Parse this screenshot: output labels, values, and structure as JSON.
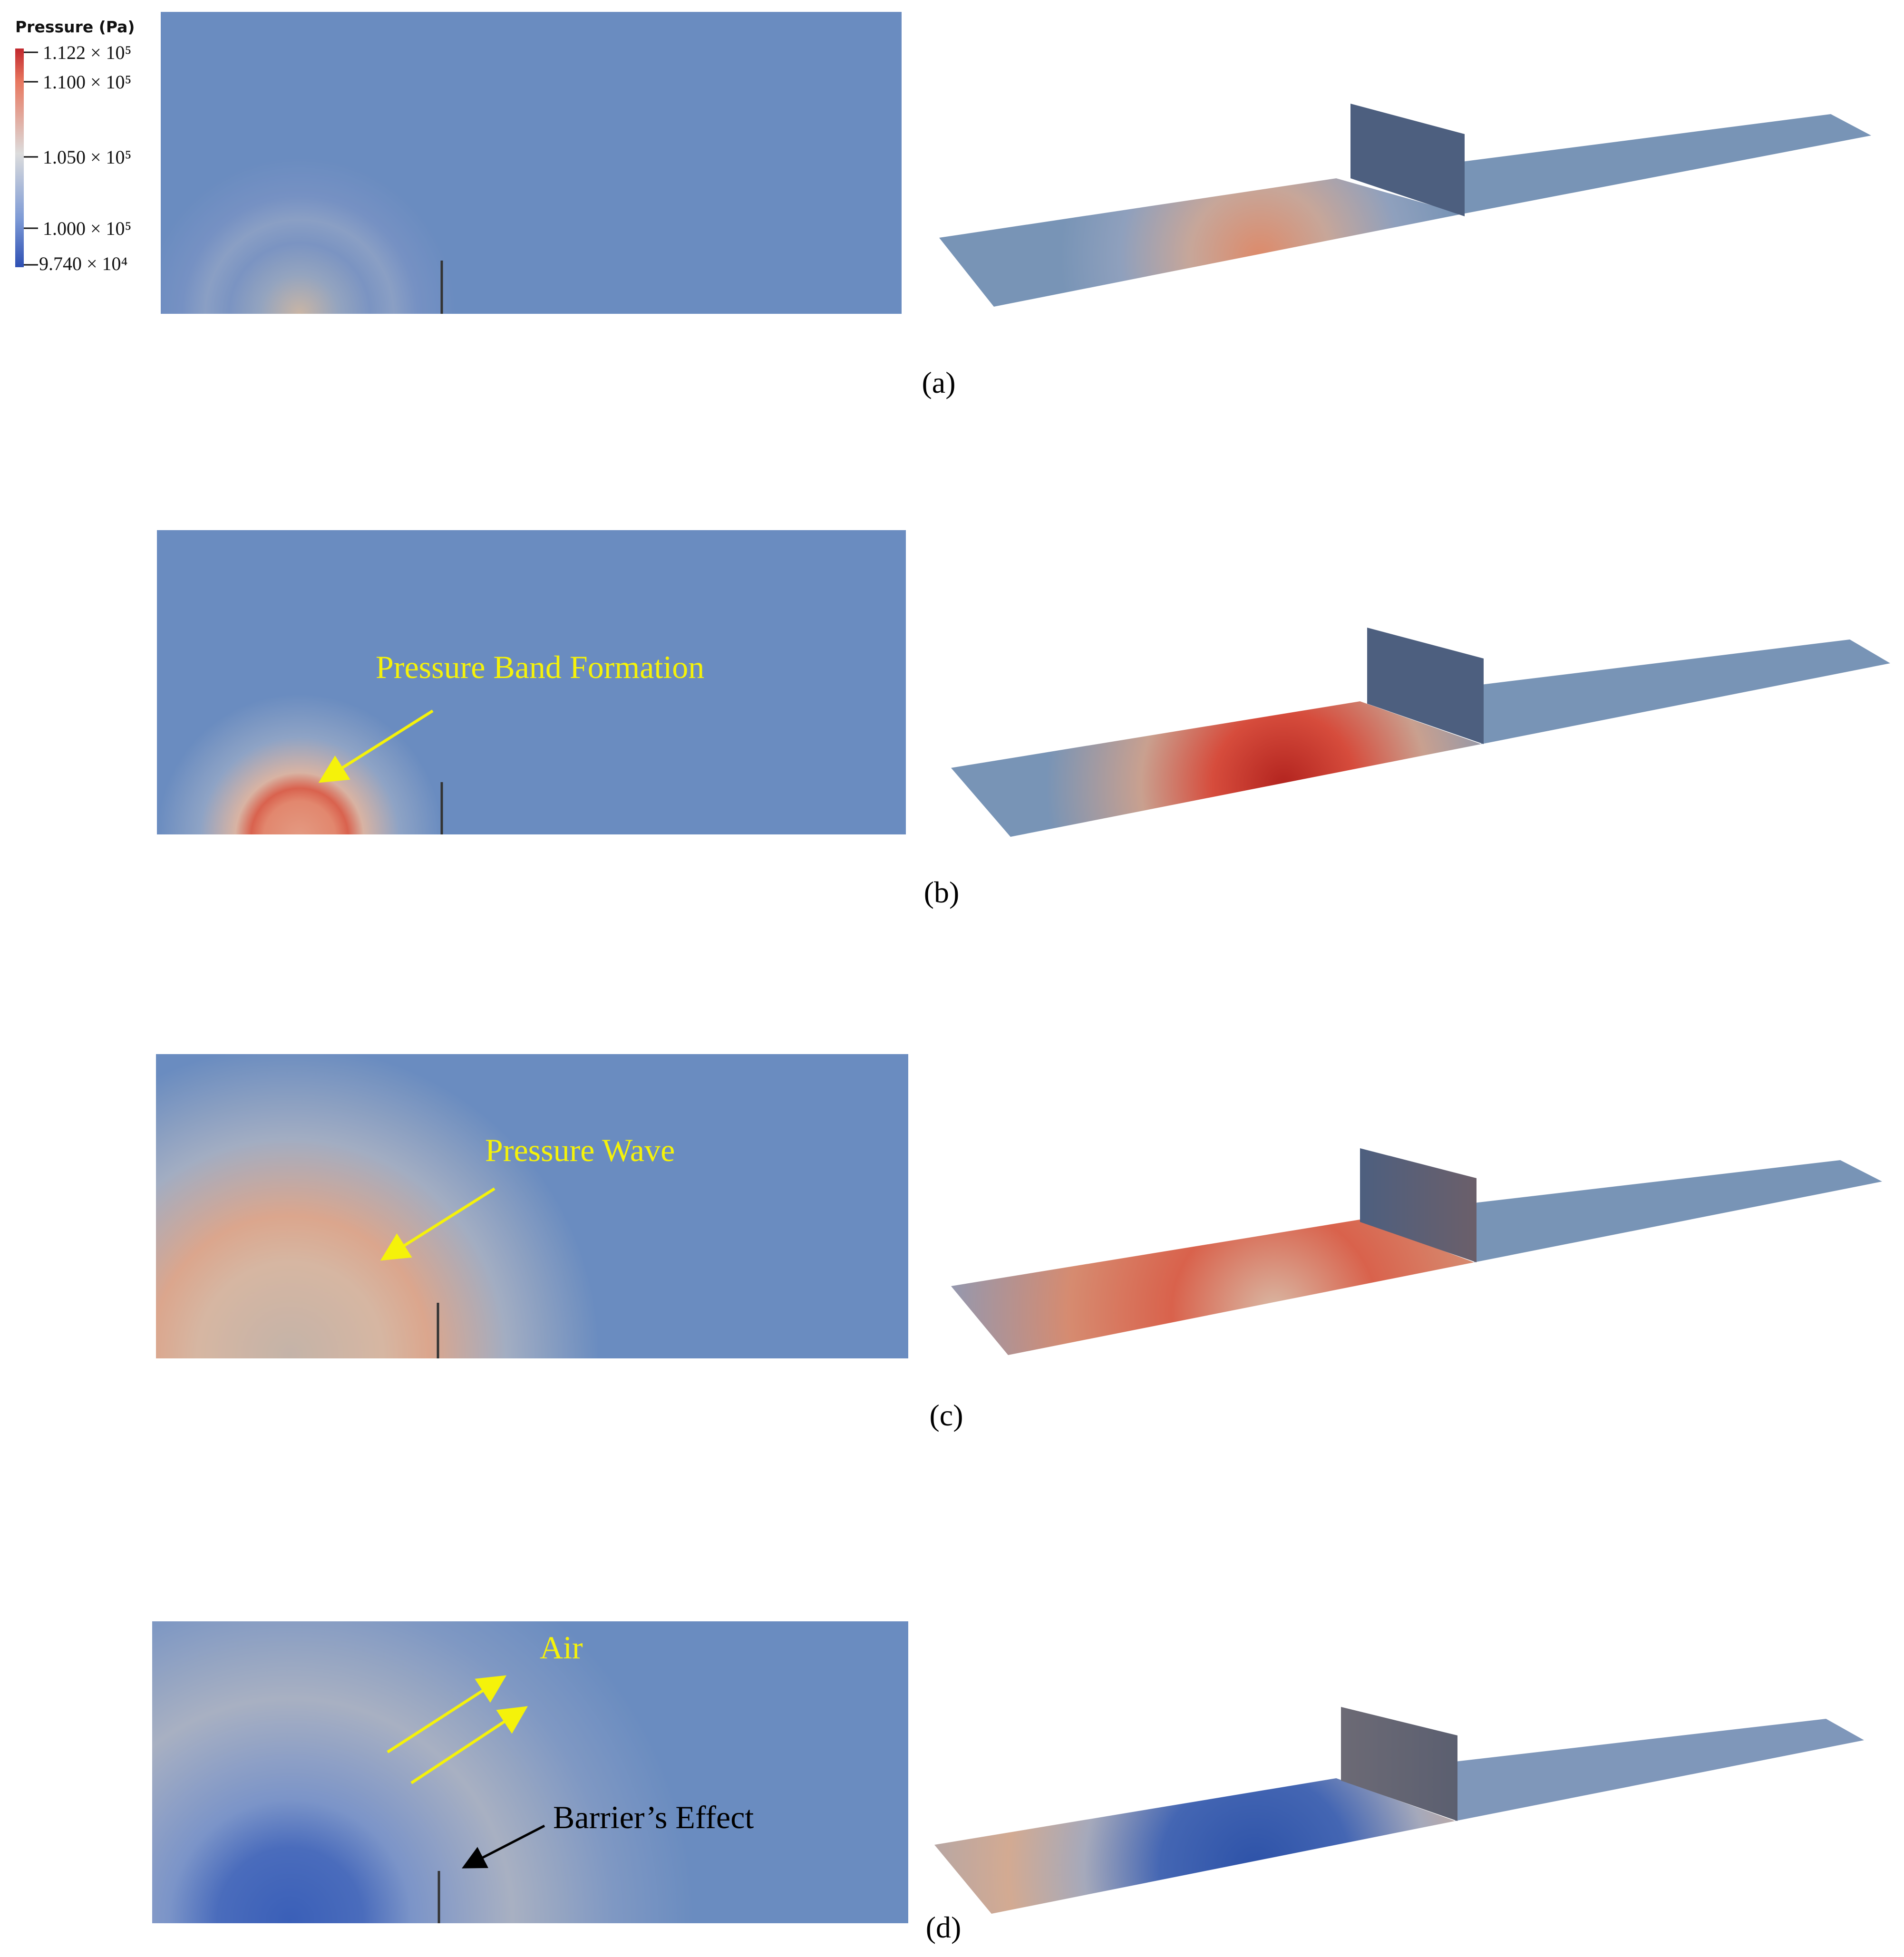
{
  "legend": {
    "title": "Pressure (Pa)",
    "labels": [
      "1.122 × 10⁵",
      "1.100 × 10⁵",
      "1.050 × 10⁵",
      "1.000 × 10⁵",
      "9.740 × 10⁴"
    ],
    "colors": {
      "max": "#c1272d",
      "mid": "#dcdcdc",
      "min": "#2d4fb3"
    }
  },
  "colors": {
    "domain": "#6a8cc0",
    "surface3d": "#7894b6",
    "barrier": "#4d5f7f",
    "annotation": "#f5f20a",
    "high": "#d8483a",
    "low": "#3557a8"
  },
  "panels": [
    {
      "label": "(a)",
      "annotations": []
    },
    {
      "label": "(b)",
      "annotations": [
        "Pressure Band Formation"
      ]
    },
    {
      "label": "(c)",
      "annotations": [
        "Pressure Wave"
      ]
    },
    {
      "label": "(d)",
      "annotations": [
        "Air",
        "Barrier’s Effect"
      ]
    }
  ]
}
